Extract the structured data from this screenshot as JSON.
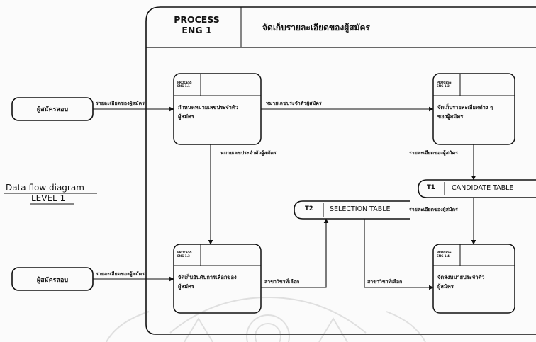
{
  "diagram": {
    "header": {
      "process_id": "PROCESS\nENG 1",
      "title": "จัดเก็บรายละเอียดของผู้สมัคร"
    },
    "caption": {
      "line1": "Data flow diagram",
      "line2": "LEVEL 1"
    },
    "entities": {
      "top": "ผู้สมัครสอบ",
      "bottom": "ผู้สมัครสอบ"
    },
    "processes": {
      "p11": {
        "id": "PROCESS\nENG 1.1",
        "text": "กำหนดหมายเลขประจำตัว\nผู้สมัคร"
      },
      "p12": {
        "id": "PROCESS\nENG 1.2",
        "text": "จัดเก็บรายละเอียดต่าง ๆ\nของผู้สมัคร"
      },
      "p13": {
        "id": "PROCESS\nENG 1.3",
        "text": "จัดเก็บอันดับการเลือกของ\nผู้สมัคร"
      },
      "p14": {
        "id": "PROCESS\nENG 1.4",
        "text": "จัดส่งหมายประจำตัว\nผู้สมัคร"
      }
    },
    "stores": {
      "t1": {
        "id": "T1",
        "name": "CANDIDATE TABLE"
      },
      "t2": {
        "id": "T2",
        "name": "SELECTION TABLE"
      }
    },
    "flows": {
      "entity_to_p11": "รายละเอียดของผู้สมัคร",
      "p11_to_p12": "หมายเลขประจำตัวผู้สมัคร",
      "p11_to_p13": "หมายเลขประจำตัวผู้สมัคร",
      "p12_to_t1": "รายละเอียดของผู้สมัคร",
      "t1_to_p14": "รายละเอียดของผู้สมัคร",
      "entity_to_p13": "รายละเอียดของผู้สมัคร",
      "p13_to_t2": "สาขาวิชาที่เลือก",
      "t2_to_p14": "สาขาวิชาที่เลือก"
    }
  }
}
